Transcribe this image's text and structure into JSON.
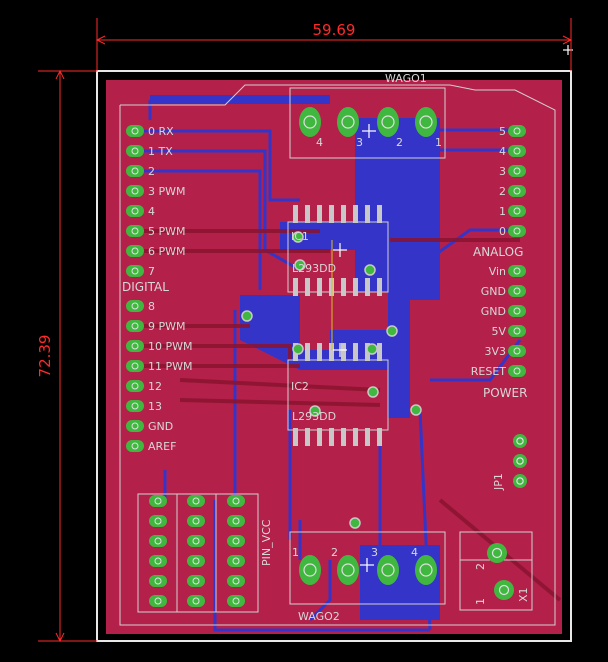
{
  "dimensions": {
    "width": "59.69",
    "height": "72.39"
  },
  "components": {
    "wago1": {
      "name": "WAGO1",
      "pins": [
        "4",
        "3",
        "2",
        "1"
      ]
    },
    "wago2": {
      "name": "WAGO2",
      "pins": [
        "1",
        "2",
        "3",
        "4"
      ]
    },
    "ic1": {
      "name": "IC1",
      "value": "L293DD"
    },
    "ic2": {
      "name": "IC2",
      "value": "L293DD"
    },
    "jp1": {
      "name": "JP1"
    },
    "x1": {
      "name": "X1",
      "pins": [
        "1",
        "2"
      ]
    },
    "pinvcc": {
      "name": "PIN_VCC"
    }
  },
  "arduino": {
    "digital_group": "DIGITAL",
    "digital_pins": [
      "0 RX",
      "1 TX",
      "2",
      "3 PWM",
      "4",
      "5 PWM",
      "6 PWM",
      "7",
      "8",
      "9  PWM",
      "10 PWM",
      "11 PWM",
      "12",
      "13",
      "GND",
      "AREF"
    ],
    "analog_group": "ANALOG",
    "analog_pins": [
      "5",
      "4",
      "3",
      "2",
      "1",
      "0"
    ],
    "power_group": "POWER",
    "power_pins": [
      "Vin",
      "GND",
      "GND",
      "5V",
      "3V3",
      "RESET"
    ]
  },
  "colors": {
    "background": "#000000",
    "board_fill": "#b3204a",
    "bottom_copper": "#3434c8",
    "pad": "#40b840",
    "silkscreen": "#d0d0d0",
    "dimension": "#ff2a2a"
  }
}
